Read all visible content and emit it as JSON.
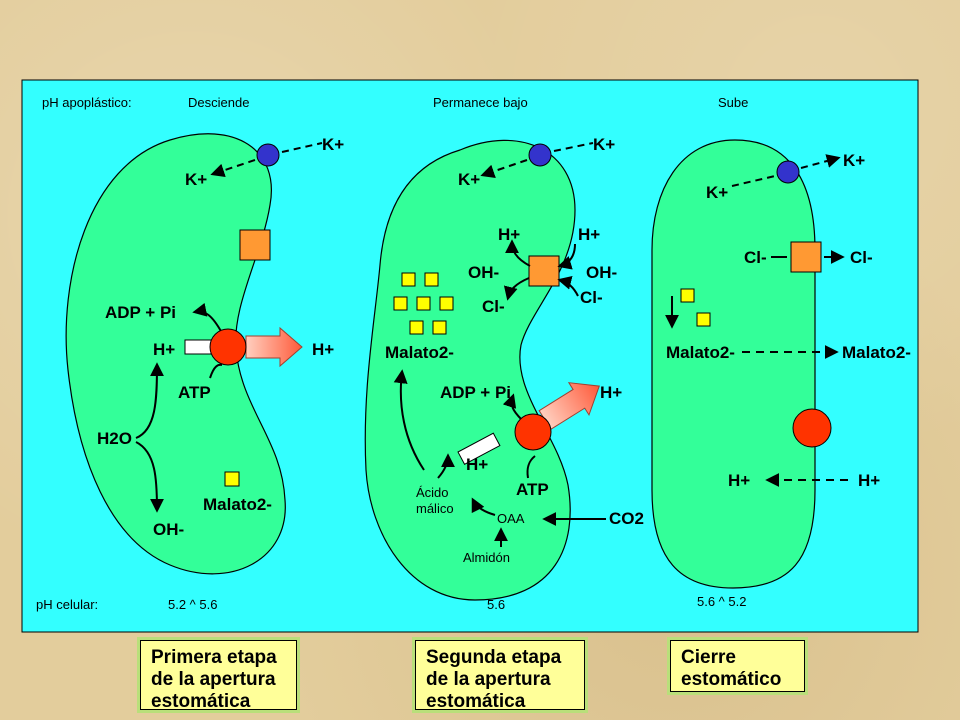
{
  "header": {
    "ph_label": "pH apoplástico:",
    "stage1": "Desciende",
    "stage2": "Permanece bajo",
    "stage3": "Sube"
  },
  "footer": {
    "ph_label": "pH celular:",
    "stage1": "5.2 ^ 5.6",
    "stage2": "5.6",
    "stage3": "5.6 ^ 5.2"
  },
  "cell1": {
    "k_out": "K+",
    "k_in": "K+",
    "adp": "ADP + Pi",
    "h_in": "H+",
    "h_out": "H+",
    "atp": "ATP",
    "h2o": "H2O",
    "oh": "OH-",
    "malato": "Malato2-"
  },
  "cell2": {
    "k_out": "K+",
    "k_in": "K+",
    "h_left": "H+",
    "h_right": "H+",
    "oh_left": "OH-",
    "oh_right": "OH-",
    "cl_left": "Cl-",
    "cl_right": "Cl-",
    "malato": "Malato2-",
    "adp": "ADP + Pi",
    "h_out": "H+",
    "h_in": "H+",
    "atp": "ATP",
    "acido": "Ácido",
    "malico": "málico",
    "oaa": "OAA",
    "co2": "CO2",
    "almidon": "Almidón"
  },
  "cell3": {
    "k_out": "K+",
    "k_in": "K+",
    "cl_in": "Cl-",
    "cl_out": "Cl-",
    "malato_in": "Malato2-",
    "malato_out": "Malato2-",
    "h_in": "H+",
    "h_out": "H+"
  },
  "captions": {
    "c1": [
      "Primera etapa",
      "de la apertura",
      "estomática"
    ],
    "c2": [
      "Segunda etapa",
      "de la apertura",
      "estomática"
    ],
    "c3": [
      "Cierre",
      "estomático"
    ]
  },
  "colors": {
    "panel": "#33ffff",
    "cell": "#33ff99",
    "pump": "#ff3300",
    "transporter": "#ff9933",
    "channel": "#3333cc",
    "malate": "#ffff00"
  }
}
